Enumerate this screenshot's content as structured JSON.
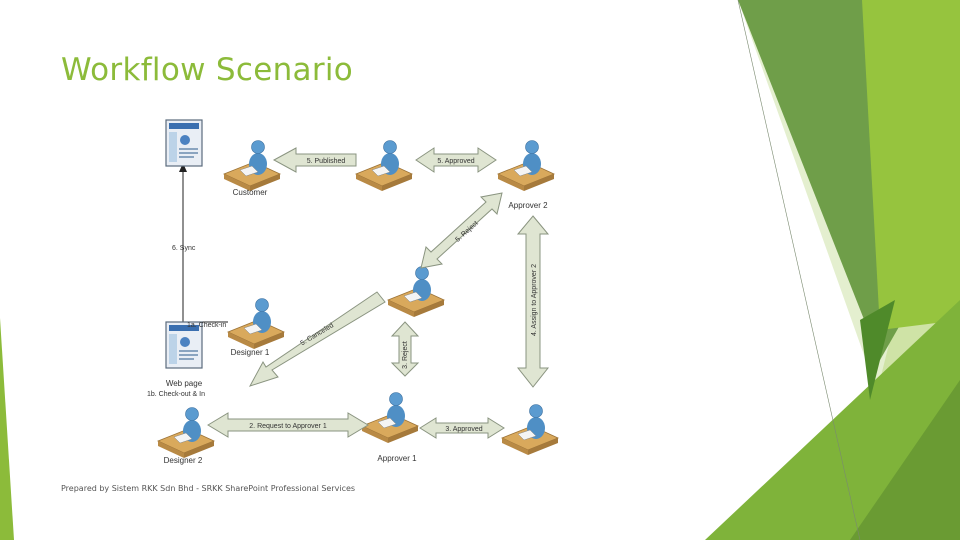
{
  "slide": {
    "title": "Workflow Scenario",
    "footer": "Prepared by Sistem RKK Sdn Bhd - SRKK SharePoint Professional Services"
  },
  "diagram": {
    "nodes": {
      "customer": "Customer",
      "approver2": "Approver 2",
      "designer1": "Designer 1",
      "webpage": "Web page",
      "checkout": "1b. Check-out & In",
      "designer2": "Designer 2",
      "approver1": "Approver 1"
    },
    "arrows": {
      "published": "5. Published",
      "approved5": "5. Approved",
      "sync": "6. Sync",
      "reject5": "5. Reject",
      "assign2": "4. Assign to Approver 2",
      "checkin": "1a. Check-in",
      "canceled": "5. Canceled",
      "reject3": "3. Reject",
      "request1": "2. Request to Approver 1",
      "approved3": "3. Approved"
    }
  },
  "colors": {
    "accent": "#8cbb3a",
    "arrow_fill": "#dfe5d2",
    "arrow_stroke": "#8a9480",
    "desk": "#d9a95c",
    "person": "#4f8fc5"
  }
}
